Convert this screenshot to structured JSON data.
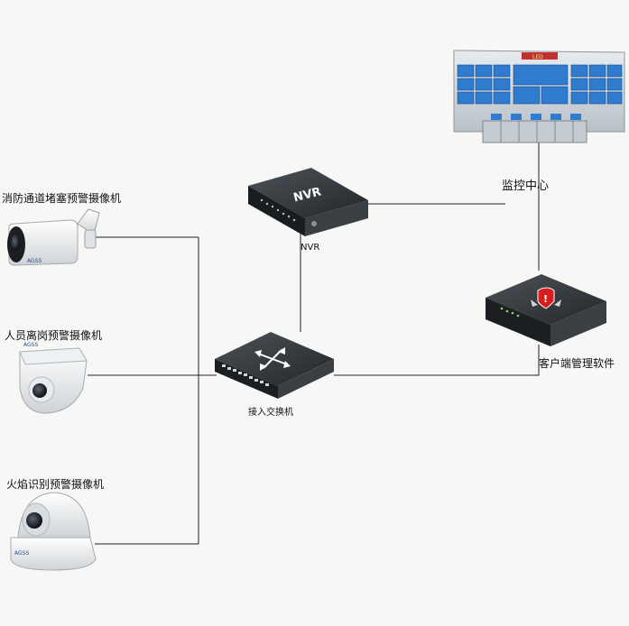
{
  "labels": {
    "camera_fire_passage": "消防通道堵塞预警摄像机",
    "camera_personnel": "人员离岗预警摄像机",
    "camera_flame": "火焰识别预警摄像机",
    "nvr_box_text": "NVR",
    "nvr_caption": "NVR",
    "switch_caption": "接入交换机",
    "monitoring_center": "监控中心",
    "client_software": "客户端管理软件",
    "video_wall_sign": "LED"
  },
  "colors": {
    "line": "#222222",
    "device_dark": "#2c3033",
    "screen_blue": "#2e7bd0",
    "alert_red": "#d81e1e"
  },
  "icons": {
    "camera_1": "bullet-camera-icon",
    "camera_2": "dome-camera-icon",
    "camera_3": "dome-camera-icon",
    "nvr": "nvr-recorder-icon",
    "switch": "network-switch-icon",
    "server": "security-server-icon",
    "video_wall": "video-wall-icon"
  }
}
